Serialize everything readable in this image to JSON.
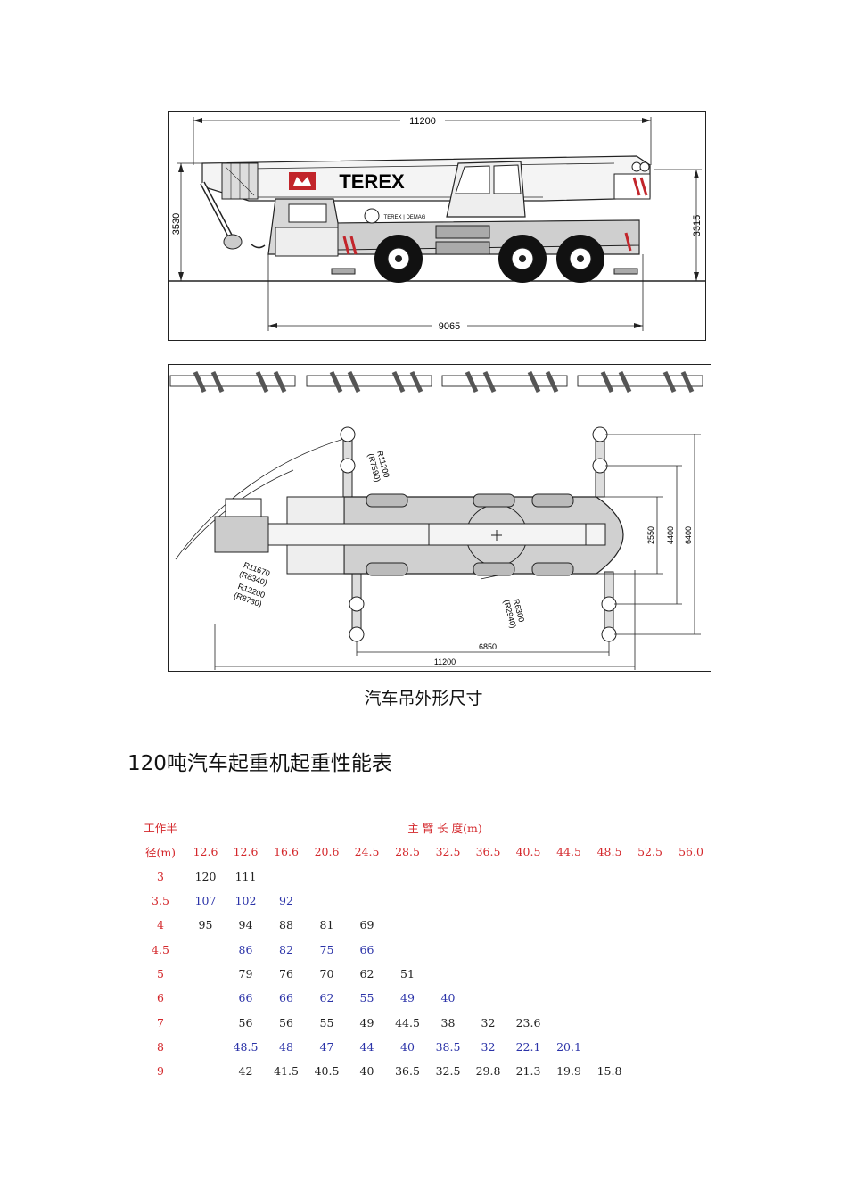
{
  "figures": {
    "side": {
      "overall_length": "11200",
      "height_left": "3530",
      "height_right": "3315",
      "wheelbase_span": "9065",
      "brand": "TEREX",
      "cab_brand": "TEREX | DEMAG"
    },
    "top": {
      "radius_1": "R11200",
      "radius_1b": "(R7590)",
      "radius_2": "R11670",
      "radius_2b": "(R8340)",
      "radius_3": "R12200",
      "radius_3b": "(R8730)",
      "radius_4": "R6300",
      "radius_4b": "(R2940)",
      "width_1": "2550",
      "width_2": "4400",
      "width_3": "6400",
      "outrigger_span": "6850",
      "overall_length": "11200"
    }
  },
  "caption": "汽车吊外形尺寸",
  "heading": "120吨汽车起重机起重性能表",
  "table": {
    "corner_top": "工作半",
    "corner_bottom": "径(m)",
    "group_header": "主 臂 长 度(m)",
    "boom_lengths": [
      "12.6",
      "12.6",
      "16.6",
      "20.6",
      "24.5",
      "28.5",
      "32.5",
      "36.5",
      "40.5",
      "44.5",
      "48.5",
      "52.5",
      "56.0"
    ],
    "rows": [
      {
        "radius": "3",
        "values": [
          "120",
          "111",
          "",
          "",
          "",
          "",
          "",
          "",
          "",
          "",
          "",
          "",
          ""
        ]
      },
      {
        "radius": "3.5",
        "values": [
          "107",
          "102",
          "92",
          "",
          "",
          "",
          "",
          "",
          "",
          "",
          "",
          "",
          ""
        ]
      },
      {
        "radius": "4",
        "values": [
          "95",
          "94",
          "88",
          "81",
          "69",
          "",
          "",
          "",
          "",
          "",
          "",
          "",
          ""
        ]
      },
      {
        "radius": "4.5",
        "values": [
          "",
          "86",
          "82",
          "75",
          "66",
          "",
          "",
          "",
          "",
          "",
          "",
          "",
          ""
        ]
      },
      {
        "radius": "5",
        "values": [
          "",
          "79",
          "76",
          "70",
          "62",
          "51",
          "",
          "",
          "",
          "",
          "",
          "",
          ""
        ]
      },
      {
        "radius": "6",
        "values": [
          "",
          "66",
          "66",
          "62",
          "55",
          "49",
          "40",
          "",
          "",
          "",
          "",
          "",
          ""
        ]
      },
      {
        "radius": "7",
        "values": [
          "",
          "56",
          "56",
          "55",
          "49",
          "44.5",
          "38",
          "32",
          "23.6",
          "",
          "",
          "",
          ""
        ]
      },
      {
        "radius": "8",
        "values": [
          "",
          "48.5",
          "48",
          "47",
          "44",
          "40",
          "38.5",
          "32",
          "22.1",
          "20.1",
          "",
          "",
          ""
        ]
      },
      {
        "radius": "9",
        "values": [
          "",
          "42",
          "41.5",
          "40.5",
          "40",
          "36.5",
          "32.5",
          "29.8",
          "21.3",
          "19.9",
          "15.8",
          "",
          ""
        ]
      }
    ]
  },
  "colors": {
    "header_red": "#d4282c",
    "row_blue": "#2b33a8",
    "row_black": "#222222"
  }
}
